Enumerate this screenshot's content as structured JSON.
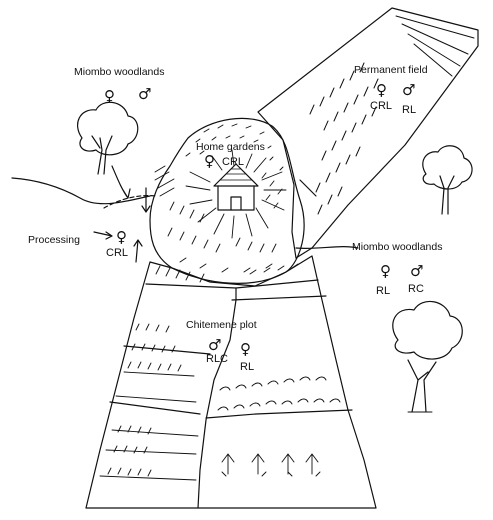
{
  "labels": {
    "miombo_left": "Miombo woodlands",
    "permanent_field": "Permanent field",
    "home_gardens": "Home gardens",
    "processing": "Processing",
    "miombo_right": "Miombo woodlands",
    "chitemene_plot": "Chitemene plot"
  },
  "symbols": {
    "female": "♀",
    "male": "♂"
  },
  "codes": {
    "permanent_female": "CRL",
    "permanent_male": "RL",
    "home_gardens_female": "CRL",
    "processing_female": "CRL",
    "miombo_right_female": "RL",
    "miombo_right_male": "RC",
    "chitemene_male": "RLC",
    "chitemene_female": "RL"
  },
  "colors": {
    "ink": "#111111",
    "paper": "#ffffff"
  }
}
